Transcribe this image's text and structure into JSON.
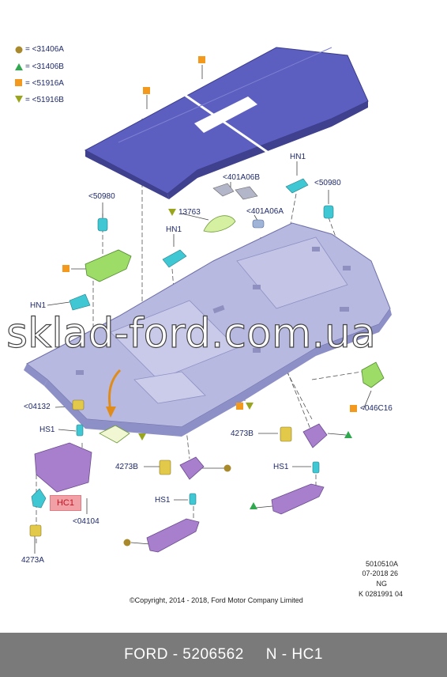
{
  "legend": [
    {
      "symbol": "circle",
      "color": "#a88a2c",
      "text": "= <31406A"
    },
    {
      "symbol": "triangle-up",
      "color": "#2fa84f",
      "text": "= <31406B"
    },
    {
      "symbol": "square",
      "color": "#f39a1e",
      "text": "= <51916A"
    },
    {
      "symbol": "triangle-down",
      "color": "#9aa51e",
      "text": "= <51916B"
    }
  ],
  "labels": {
    "l50980a": "<50980",
    "l50980b": "<50980",
    "l401a06b": "<401A06B",
    "l401a06a": "<401A06A",
    "l13763": "13763",
    "hn1_top": "HN1",
    "hn1_mid": "HN1",
    "hn1_left": "HN1",
    "l04132": "<04132",
    "hs1_left": "HS1",
    "hs1_mid": "HS1",
    "hs1_right": "HS1",
    "l4273b_mid": "4273B",
    "l4273b_right": "4273B",
    "l04104": "<04104",
    "l4273a": "4273A",
    "l046c16": "<046C16",
    "hc1": "HC1"
  },
  "meta": {
    "ref1": "5010510A",
    "ref2": "07-2018 26",
    "ref3": "NG",
    "ref4": "K 0281991 04"
  },
  "copyright": "©Copyright, 2014 - 2018, Ford Motor Company Limited",
  "watermark": "sklad-ford.com.ua",
  "footer": {
    "brand": "FORD - 5206562",
    "part": "N - HC1"
  },
  "colors": {
    "roof": "#5d5fc0",
    "headliner": "#b8b9e0",
    "handle": "#a77fcc",
    "clip_yellow": "#e2c94a",
    "clip_cyan": "#3fc7d3",
    "green_part": "#9ddc66"
  }
}
